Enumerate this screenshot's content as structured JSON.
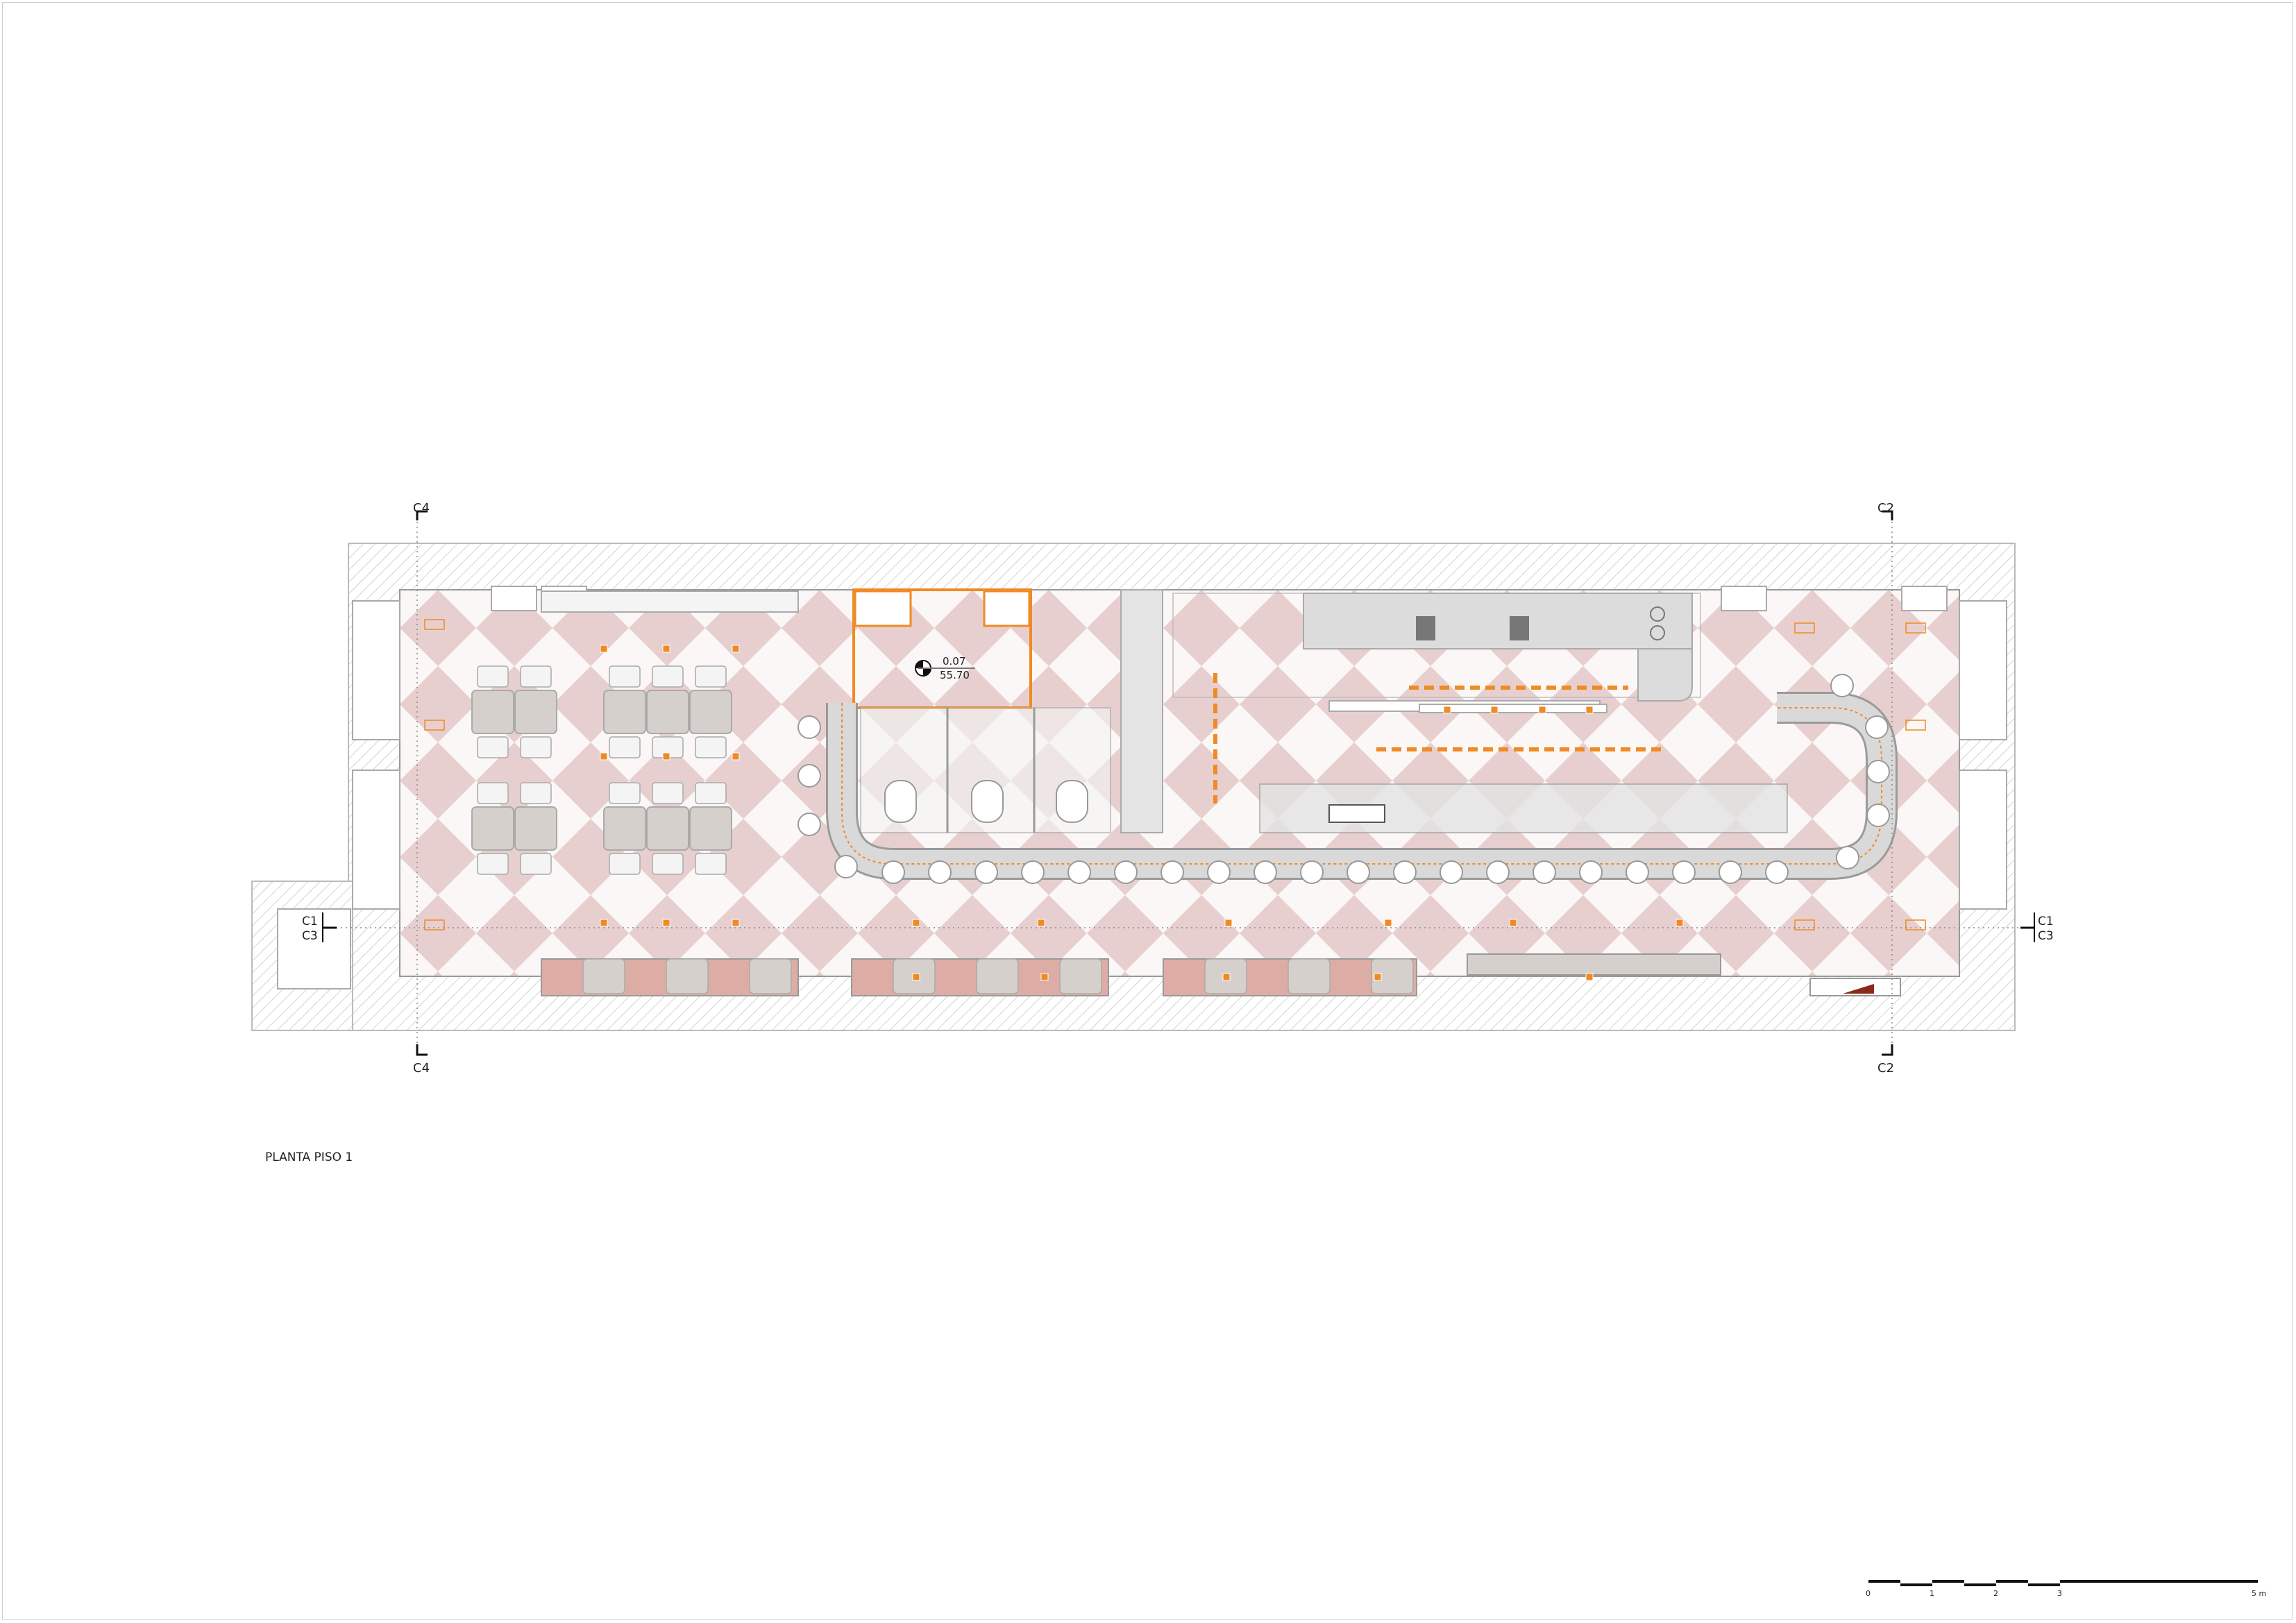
{
  "title": "PLANTA PISO 1",
  "sections": {
    "top_left": "C4",
    "bottom_left": "C4",
    "top_right": "C2",
    "bottom_right": "C2",
    "left_upper": "C1",
    "left_lower": "C3",
    "right_upper": "C1",
    "right_lower": "C3"
  },
  "level_marker": {
    "level": "0.07",
    "elevation": "55.70"
  },
  "scale_bar": {
    "labels": [
      "0",
      "1",
      "2",
      "3",
      "5 m"
    ]
  },
  "colors": {
    "tile_pink": "#e7cfcf",
    "tile_white": "#faf7f6",
    "wall_hatch": "#bdbdbd",
    "furniture_gray": "#d6d0cc",
    "banquette_pink": "#ddada5",
    "lighting_orange": "#f08a24"
  }
}
